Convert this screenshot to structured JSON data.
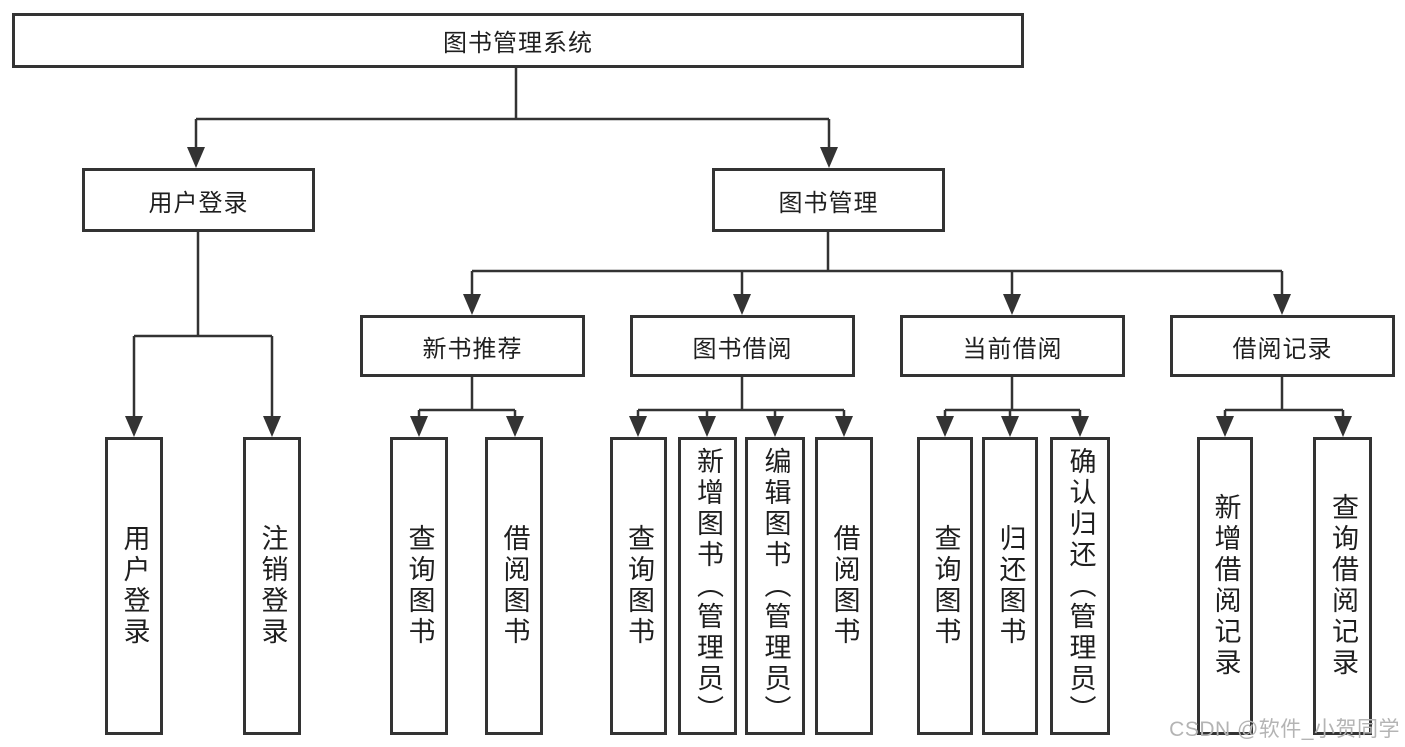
{
  "diagram": {
    "root": {
      "label": "图书管理系统"
    },
    "branches": {
      "user_login": {
        "label": "用户登录",
        "children": {
          "login": "用户登录",
          "logout": "注销登录"
        }
      },
      "book_mgmt": {
        "label": "图书管理"
      }
    },
    "modules": {
      "new_books": {
        "label": "新书推荐",
        "children": {
          "query": "查询图书",
          "borrow": "借阅图书"
        }
      },
      "book_borrow": {
        "label": "图书借阅",
        "children": {
          "query": "查询图书",
          "add": "新增图书（管理员）",
          "edit": "编辑图书（管理员）",
          "borrow": "借阅图书"
        }
      },
      "current_borrow": {
        "label": "当前借阅",
        "children": {
          "query": "查询图书",
          "return": "归还图书",
          "confirm": "确认归还（管理员）"
        }
      },
      "borrow_records": {
        "label": "借阅记录",
        "children": {
          "add": "新增借阅记录",
          "query": "查询借阅记录"
        }
      }
    }
  },
  "watermark": {
    "text": "CSDN @软件_小贺同学"
  },
  "colors": {
    "line": "#333333",
    "text": "#1f1f1f",
    "watermark": "#b4b4b4",
    "background": "#ffffff"
  }
}
